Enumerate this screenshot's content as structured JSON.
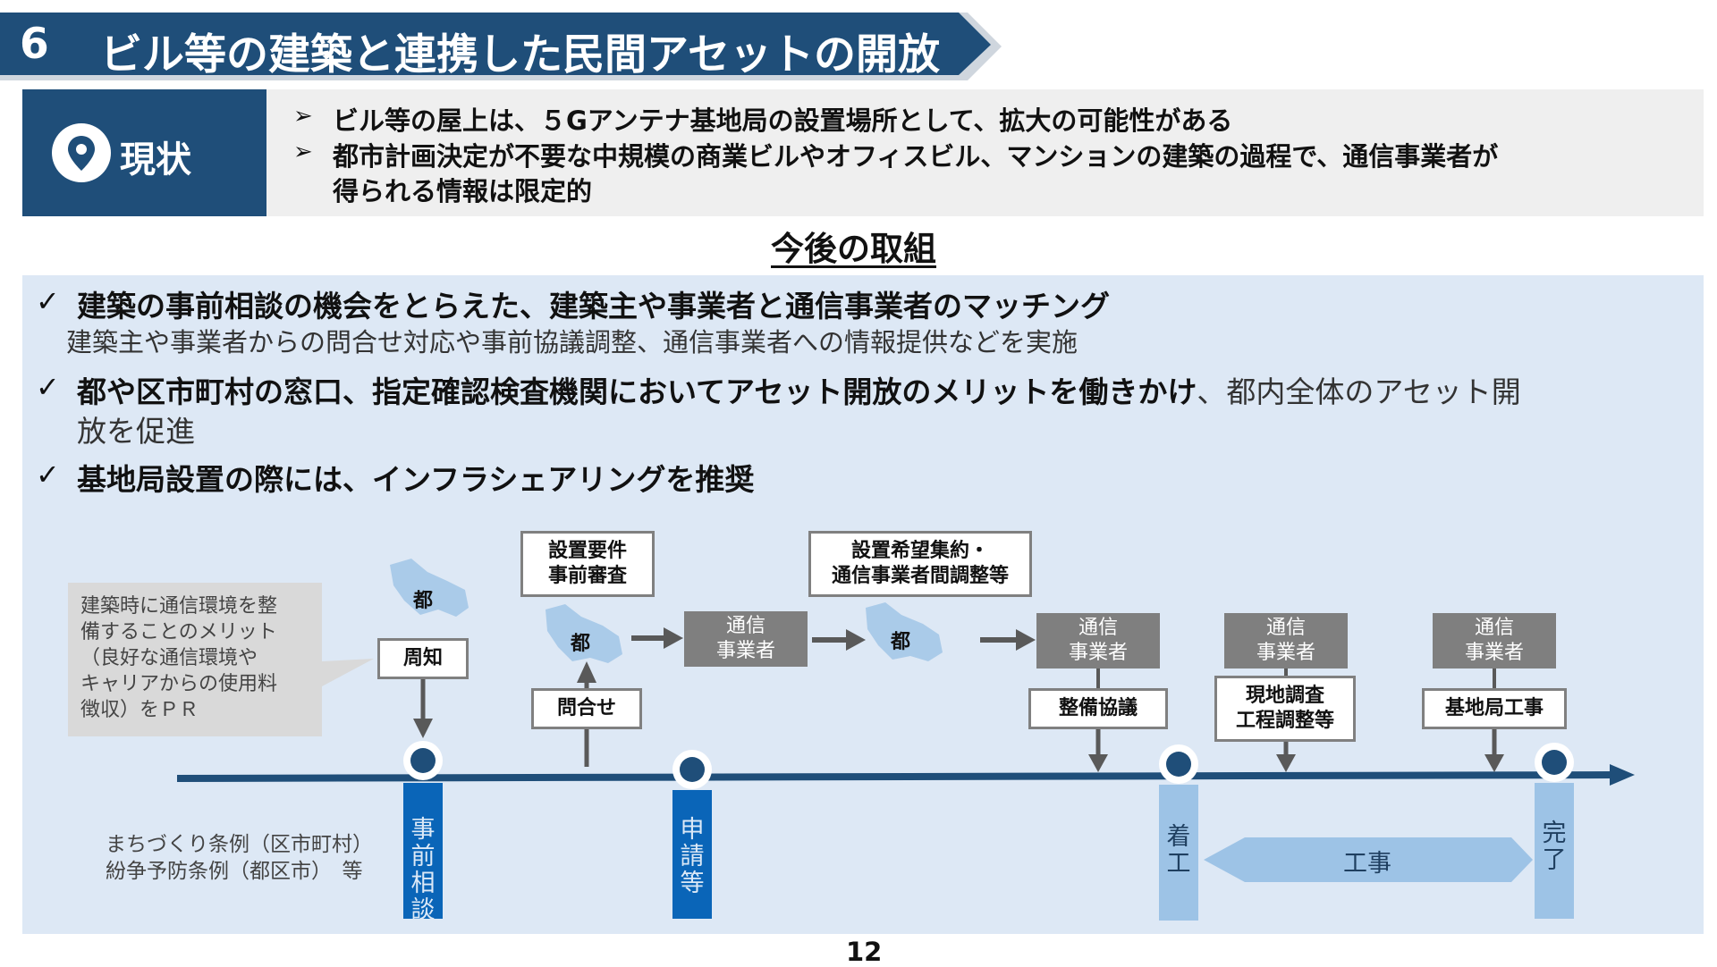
{
  "title": {
    "number": "6",
    "text": "ビル等の建築と連携した民間アセットの開放"
  },
  "status": {
    "label": "現状",
    "icon": "location-pin-icon",
    "bullets": [
      "ビル等の屋上は、５Gアンテナ基地局の設置場所として、拡大の可能性がある",
      "都市計画決定が不要な中規模の商業ビルやオフィスビル、マンションの建築の過程で、通信事業者が",
      "得られる情報は限定的"
    ]
  },
  "future": {
    "title": "今後の取組",
    "points": [
      {
        "bold": "建築の事前相談の機会をとらえた、建築主や事業者と通信事業者のマッチング",
        "sub": "建築主や事業者からの問合せ対応や事前協議調整、通信事業者への情報提供などを実施"
      },
      {
        "bold": "都や区市町村の窓口、指定確認検査機関においてアセット開放のメリットを働きかけ",
        "normal": "、都内全体のアセット開",
        "normal2": "放を促進"
      },
      {
        "bold": "基地局設置の際には、インフラシェアリングを推奨"
      }
    ]
  },
  "diagram": {
    "note": [
      "建築時に通信環境を整",
      "備することのメリット",
      "（良好な通信環境や",
      "キャリアからの使用料",
      "徴収）をＰＲ"
    ],
    "tokyo_label": "都",
    "notice": "周知",
    "inquiry": "問合せ",
    "pre_review": [
      "設置要件",
      "事前審査"
    ],
    "carrier": [
      "通信",
      "事業者"
    ],
    "demand": [
      "設置希望集約・",
      "通信事業者間調整等"
    ],
    "maintenance": "整備協議",
    "survey": [
      "現地調査",
      "工程調整等"
    ],
    "construction_work": "基地局工事",
    "milestones": {
      "consult": [
        "事",
        "前",
        "相",
        "談"
      ],
      "apply": [
        "申",
        "請",
        "等"
      ],
      "start": [
        "着",
        "工"
      ],
      "complete": [
        "完",
        "了"
      ]
    },
    "construction": "工事",
    "ordinance": [
      "まちづくり条例（区市町村）",
      "紛争予防条例（都区市）　等"
    ]
  },
  "page_number": "12",
  "colors": {
    "navy": "#1f4e79",
    "panel": "#dde8f5",
    "gray_box": "#7f7f7f",
    "dark_blue": "#0a65b8",
    "light_blue": "#9dc3e6"
  }
}
